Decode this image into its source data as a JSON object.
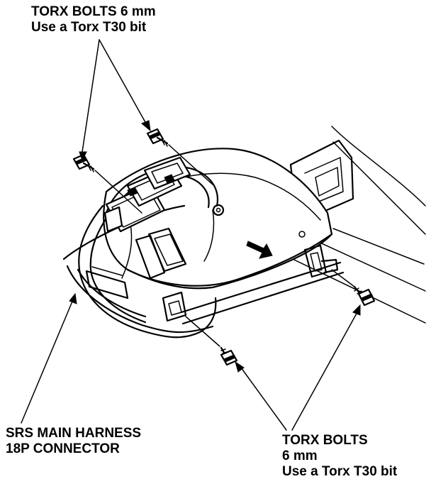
{
  "labels": {
    "top_bolts": {
      "line1": "TORX BOLTS 6 mm",
      "line2": "Use a Torx T30 bit"
    },
    "connector": {
      "line1": "SRS MAIN HARNESS",
      "line2": "18P CONNECTOR"
    },
    "bottom_bolts": {
      "line1": "TORX BOLTS",
      "line2": "6 mm",
      "line3": "Use a Torx T30 bit"
    }
  }
}
